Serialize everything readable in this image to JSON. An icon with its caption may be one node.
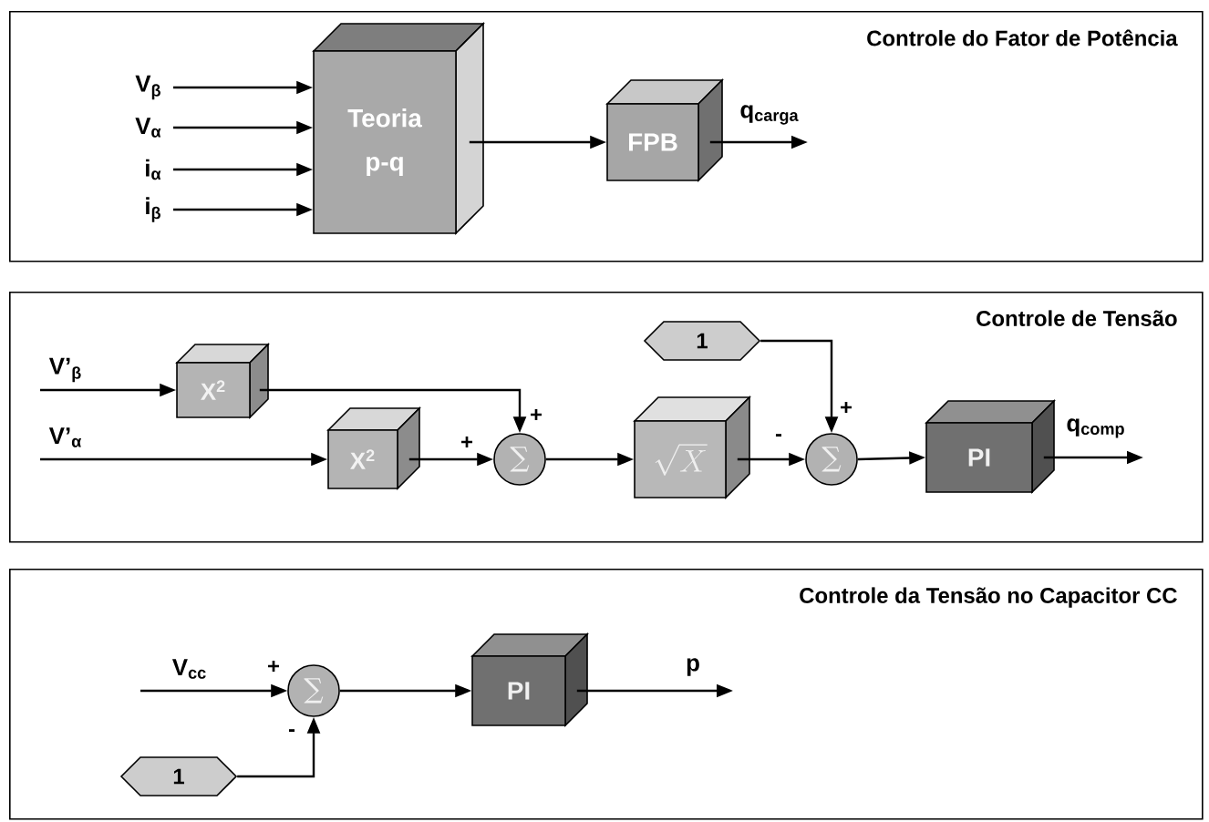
{
  "diagram": {
    "nodes": [
      {
        "text": [
          "Controle do Fator de Potência"
        ]
      },
      {
        "text": [
          "V$_{β}$"
        ],
        "in": 0
      },
      {
        "text": [
          "V$_{α}$"
        ],
        "in": 0
      },
      {
        "text": [
          "i$_{α}$"
        ],
        "in": 0
      },
      {
        "text": [
          "i$_{β}$"
        ],
        "in": 0
      },
      {
        "text": [
          "Teoria p-q"
        ],
        "in": 0
      },
      {
        "text": [
          "FPB"
        ],
        "in": 0
      },
      {
        "text": [
          "Controle de Tensão"
        ]
      },
      {
        "text": [
          "X$^{2}$"
        ],
        "in": 7
      },
      {
        "text": [
          "X$^{2}$"
        ],
        "in": 7
      },
      {
        "text": [
          "∑"
        ],
        "in": 7
      },
      {
        "text": [
          "1"
        ],
        "in": 7
      },
      {
        "text": [
          "\\sqrt{X}"
        ],
        "in": 7
      },
      {
        "text": [
          "∑"
        ],
        "in": 7
      },
      {
        "text": [
          "PI"
        ],
        "in": 7
      },
      {
        "text": [
          "Controle da Tensão no Capacitor CC"
        ]
      },
      {
        "text": [
          "∑"
        ],
        "in": 15
      },
      {
        "text": [
          "1"
        ],
        "in": 15
      },
      {
        "text": [
          "PI"
        ],
        "in": 15
      }
    ],
    "edges": [
      {
        "from": 1,
        "to": 5,
        "arrow": "to"
      },
      {
        "from": 2,
        "to": 5,
        "arrow": "to"
      },
      {
        "from": 3,
        "to": 5,
        "arrow": "to"
      },
      {
        "from": 4,
        "to": 5,
        "arrow": "to"
      },
      {
        "from": 5,
        "to": 6,
        "arrow": "to"
      },
      {
        "from": 6,
        "to": null,
        "arrow": "to",
        "label": "q$_{carga}$"
      },
      {
        "from": null,
        "to": 8,
        "arrow": "to",
        "label": "V’$_{β}$"
      },
      {
        "from": 8,
        "to": 10,
        "arrow": "to"
      },
      {
        "from": null,
        "to": 9,
        "arrow": "to",
        "label": "V’$_{α}$"
      },
      {
        "from": 9,
        "to": 10,
        "arrow": "to"
      },
      {
        "from": 10,
        "to": 12,
        "arrow": "to"
      },
      {
        "from": 12,
        "to": 13,
        "arrow": "to"
      },
      {
        "from": 11,
        "to": 13,
        "arrow": "to"
      },
      {
        "from": 13,
        "to": 14,
        "arrow": "to"
      },
      {
        "from": 14,
        "to": null,
        "arrow": "to",
        "label": "q$_{comp}$"
      },
      {
        "from": null,
        "to": 16,
        "arrow": "to",
        "label": "V$_{cc}$"
      },
      {
        "from": 16,
        "to": 18,
        "arrow": "to"
      },
      {
        "from": 18,
        "to": null,
        "arrow": "to",
        "label": "p"
      },
      {
        "from": 17,
        "to": 16,
        "arrow": "to"
      }
    ],
    "labels": [
      "+",
      "+",
      "-",
      "+",
      "+",
      "-"
    ]
  }
}
